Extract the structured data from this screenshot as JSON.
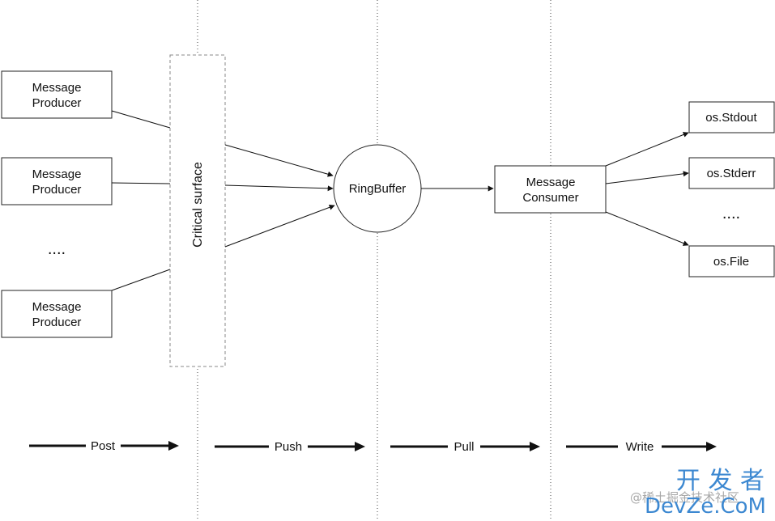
{
  "producers": [
    {
      "line1": "Message",
      "line2": "Producer"
    },
    {
      "line1": "Message",
      "line2": "Producer"
    },
    {
      "line1": "Message",
      "line2": "Producer"
    }
  ],
  "producer_ellipsis": "....",
  "critical_surface_label": "Critical surface",
  "ringbuffer_label": "RingBuffer",
  "consumer": {
    "line1": "Message",
    "line2": "Consumer"
  },
  "outputs": [
    "os.Stdout",
    "os.Stderr",
    "os.File"
  ],
  "output_ellipsis": "....",
  "stages": [
    "Post",
    "Push",
    "Pull",
    "Write"
  ],
  "watermark": {
    "chinese": "开 发 者",
    "handle": "@稀土掘金技术社区",
    "brand": "DevZe.CoM"
  }
}
